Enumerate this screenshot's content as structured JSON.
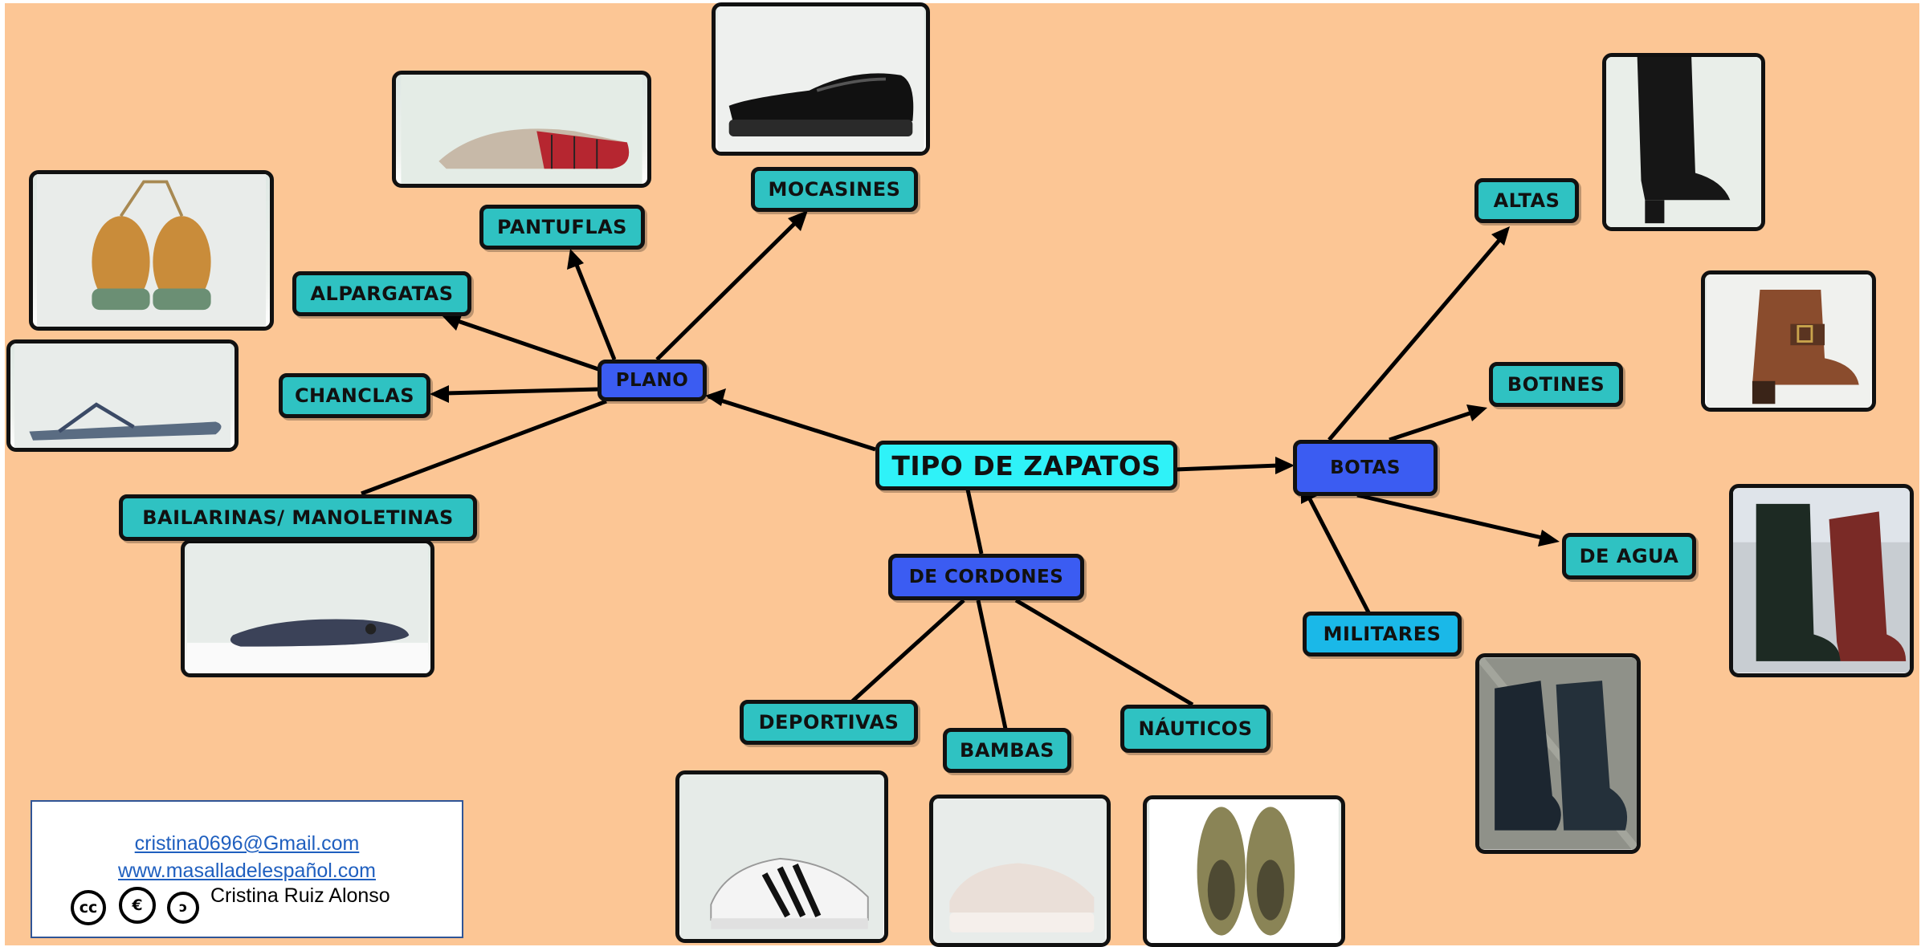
{
  "diagram": {
    "root": "TIPO DE ZAPATOS",
    "hubs": {
      "plano": "PLANO",
      "botas": "BOTAS",
      "cordones": "DE CORDONES"
    },
    "leaves": {
      "alpargatas": "ALPARGATAS",
      "pantuflas": "PANTUFLAS",
      "mocasines": "MOCASINES",
      "chanclas": "CHANCLAS",
      "bailarinas": "BAILARINAS/ MANOLETINAS",
      "altas": "ALTAS",
      "botines": "BOTINES",
      "de_agua": "DE AGUA",
      "militares": "MILITARES",
      "deportivas": "DEPORTIVAS",
      "bambas": "BAMBAS",
      "nauticos": "NÁUTICOS"
    },
    "photos": [
      "espadrille-photo",
      "slipper-photo",
      "loafer-photo",
      "flip-flop-photo",
      "ballet-flat-photo",
      "tall-boot-photo",
      "ankle-boot-photo",
      "rain-boot-photo",
      "military-boot-photo",
      "sneaker-photo",
      "platform-sneaker-photo",
      "boat-shoe-photo"
    ],
    "colors": {
      "background": "#fcc695",
      "leaf": "#2fc2c2",
      "hub": "#3b5cf2",
      "root": "#2ff2f8",
      "militares": "#1ab8e8"
    }
  },
  "credits": {
    "email": "cristina0696@Gmail.com",
    "website": "www.masalladelespañol.com",
    "icons": [
      "cc-icon",
      "non-commercial-icon",
      "copyleft-icon"
    ],
    "author": "Cristina Ruiz Alonso"
  }
}
